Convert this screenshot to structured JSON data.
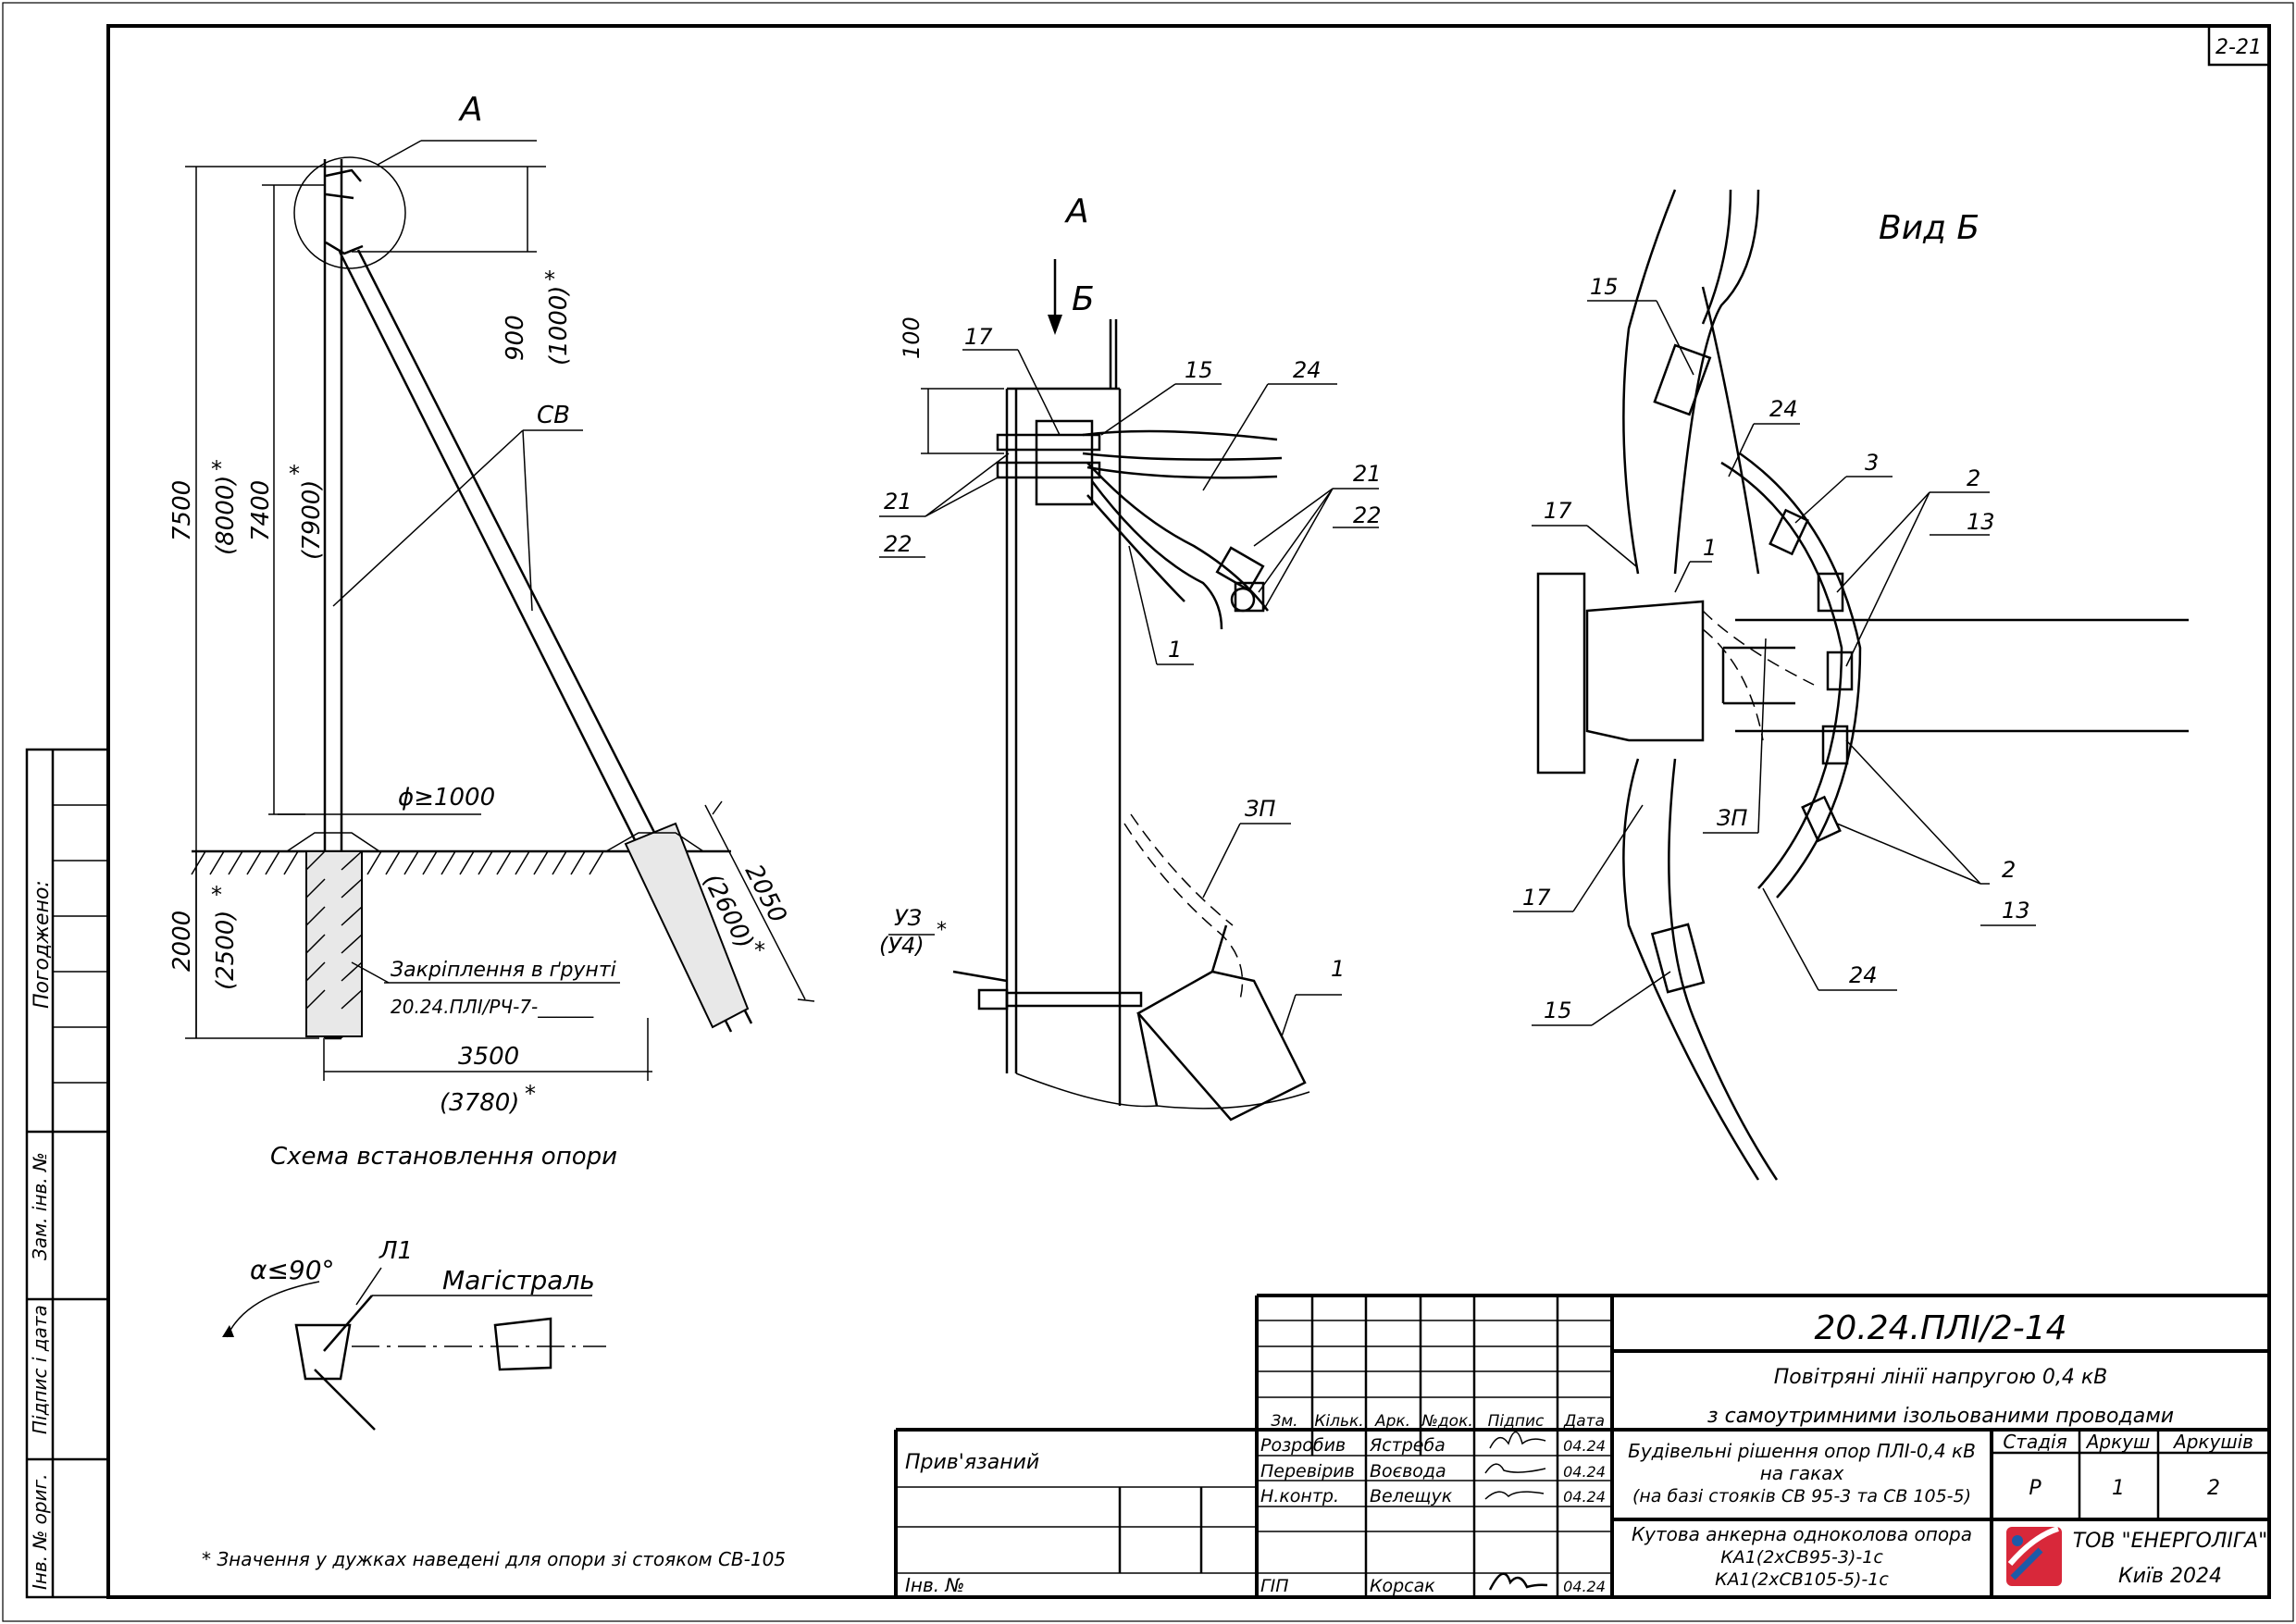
{
  "sheet_code": "2-21",
  "views": {
    "installation_scheme": {
      "title": "Схема встановлення опори",
      "view_letter": "А",
      "label_pole": "СВ",
      "dim_total": "7500",
      "dim_total_alt": "(8000)",
      "dim_above": "7400",
      "dim_above_alt": "(7900)",
      "dim_top": "900",
      "dim_top_alt": "(1000)",
      "dim_below": "2000",
      "dim_below_alt": "(2500)",
      "dim_pit": "ϕ≥1000",
      "dim_base": "3500",
      "dim_base_alt": "(3780)",
      "dim_strut": "2050",
      "dim_strut_alt": "(2600)",
      "star": "*",
      "anchor_label": "Закріплення в ґрунті",
      "anchor_code": "20.24.ПЛІ/РЧ-7-______"
    },
    "detail_a": {
      "title": "А",
      "arrow_label": "Б",
      "dim_100": "100",
      "labels": [
        "17",
        "15",
        "24",
        "21",
        "22",
        "21",
        "22",
        "1",
        "ЗП",
        "1"
      ],
      "uz": "УЗ",
      "uz_alt": "(У4)",
      "star": "*"
    },
    "view_b": {
      "title": "Вид Б",
      "labels": [
        "15",
        "24",
        "3",
        "2",
        "13",
        "17",
        "1",
        "ЗП",
        "2",
        "13",
        "17",
        "24",
        "15"
      ]
    },
    "angle_scheme": {
      "angle": "α≤90°",
      "line": "Л1",
      "main": "Магістраль"
    }
  },
  "footnote": "* Значення у дужках наведені для опори зі стояком СВ-105",
  "left_stamp": {
    "agreed": "Погоджено:",
    "replace_inv": "Зам. інв. №",
    "sign_date": "Підпис і дата",
    "inv_orig": "Інв. № ориг."
  },
  "title_block": {
    "doc_code": "20.24.ПЛІ/2-14",
    "project_line1": "Повітряні лінії напругою 0,4 кВ",
    "project_line2": "з самоутримними ізольованими проводами",
    "section_line1": "Будівельні рішення опор ПЛІ-0,4 кВ",
    "section_line2": "на гаках",
    "section_line3": "(на базі стояків СВ 95-3 та СВ 105-5)",
    "drawing_line1": "Кутова анкерна одноколова опора",
    "drawing_line2": "КА1(2хСВ95-3)-1с",
    "drawing_line3": "КА1(2хСВ105-5)-1с",
    "stage_header": "Стадія",
    "sheet_header": "Аркуш",
    "sheets_header": "Аркушів",
    "stage": "Р",
    "sheet": "1",
    "sheets": "2",
    "company": "ТОВ \"ЕНЕРГОЛІГА\"",
    "city_year": "Київ 2024",
    "linked": "Прив'язаний",
    "inv_no": "Інв. №",
    "cols": [
      "Зм.",
      "Кільк.",
      "Арк.",
      "№док.",
      "Підпис",
      "Дата"
    ],
    "roles": [
      {
        "role": "Розробив",
        "name": "Ястреба",
        "date": "04.24"
      },
      {
        "role": "Перевірив",
        "name": "Воєвода",
        "date": "04.24"
      },
      {
        "role": "Н.контр.",
        "name": "Велещук",
        "date": "04.24"
      },
      {
        "role": "ГІП",
        "name": "Корсак",
        "date": "04.24"
      }
    ]
  }
}
